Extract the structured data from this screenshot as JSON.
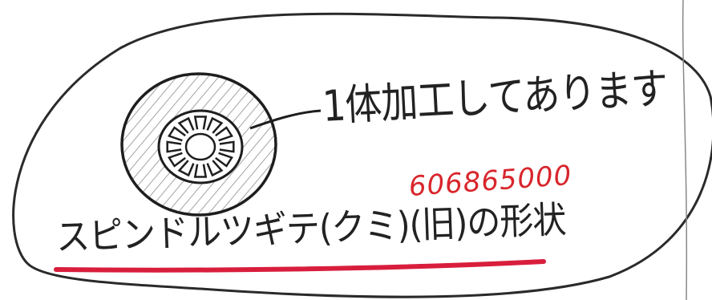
{
  "annotation": "1体加工してあります",
  "part_number": "606865000",
  "caption": "スピンドルツギテ(クミ)(旧)の形状",
  "colors": {
    "ink": "#222222",
    "red_ink": "#d8262c",
    "underline": "#d81e3c",
    "hatch": "#9a9a9a"
  }
}
